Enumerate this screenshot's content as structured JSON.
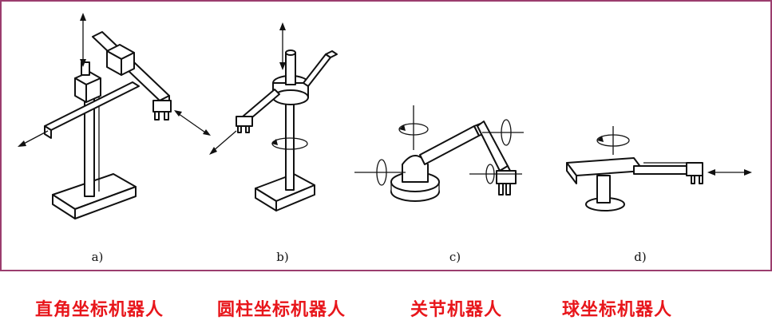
{
  "figures": [
    {
      "id": "a",
      "label": "a)",
      "caption": "直角坐标机器人"
    },
    {
      "id": "b",
      "label": "b)",
      "caption": "圆柱坐标机器人"
    },
    {
      "id": "c",
      "label": "c)",
      "caption": "关节机器人"
    },
    {
      "id": "d",
      "label": "d)",
      "caption": "球坐标机器人"
    }
  ],
  "colors": {
    "frame_border": "#9b3d6e",
    "caption_text": "#e8161b",
    "line": "#111111"
  }
}
